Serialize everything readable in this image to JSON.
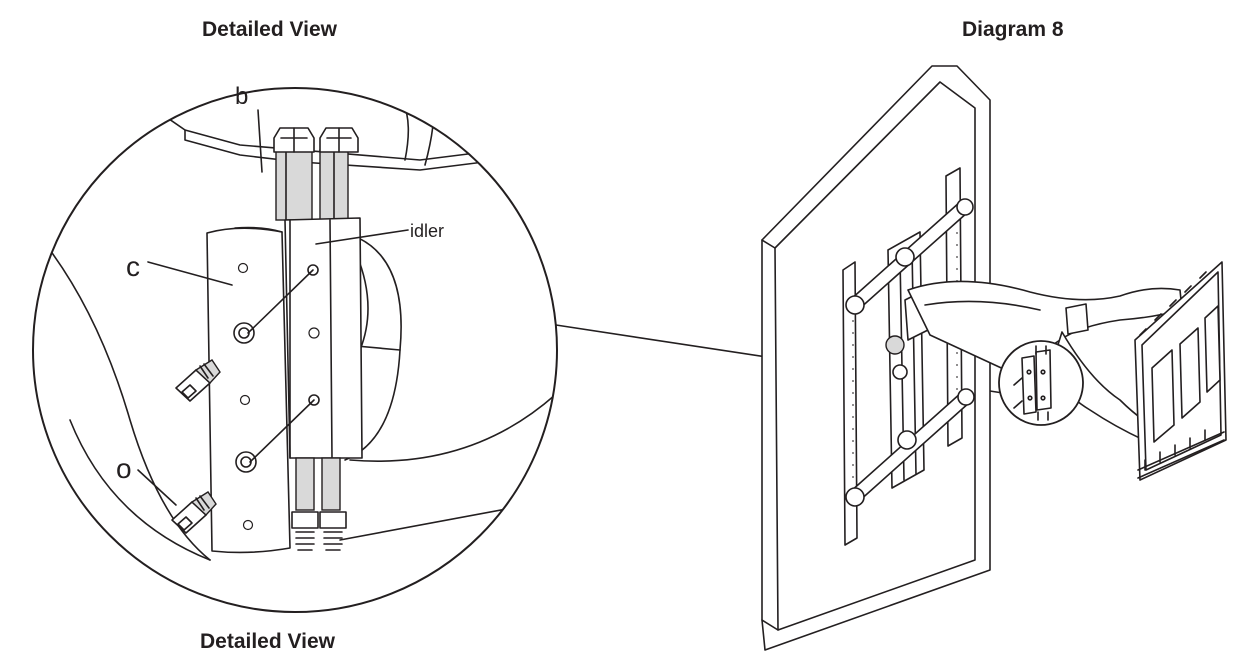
{
  "titles": {
    "detailed_view": "Detailed View",
    "diagram": "Diagram 8"
  },
  "labels": {
    "b": "b",
    "c": "c",
    "idler": "idler",
    "o": "o"
  },
  "colors": {
    "ink": "#231f20",
    "shade": "#d9d9d9",
    "background": "#ffffff"
  }
}
